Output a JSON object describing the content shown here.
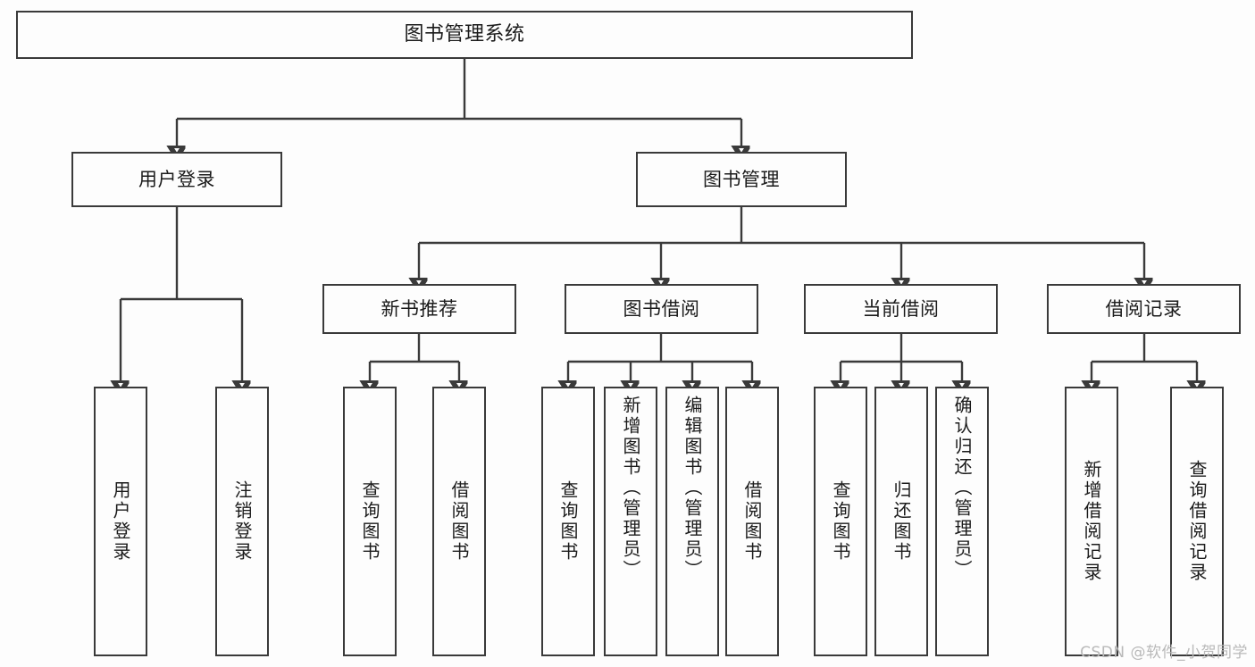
{
  "diagram": {
    "type": "tree-hierarchy",
    "title": "图书管理系统",
    "watermark": "CSDN @软件_小贺同学",
    "colors": {
      "stroke": "#3a3a3a",
      "fill": "#fdfdfd",
      "text": "#1b1b1b",
      "watermark": "#b9b9b9"
    },
    "levels": {
      "root": {
        "label": "图书管理系统"
      },
      "level2": [
        {
          "id": "user-login",
          "label": "用户登录"
        },
        {
          "id": "book-manage",
          "label": "图书管理"
        }
      ],
      "level3": [
        {
          "id": "new-book-rec",
          "label": "新书推荐",
          "parent": "book-manage"
        },
        {
          "id": "book-borrow",
          "label": "图书借阅",
          "parent": "book-manage"
        },
        {
          "id": "current-borrow",
          "label": "当前借阅",
          "parent": "book-manage"
        },
        {
          "id": "borrow-record",
          "label": "借阅记录",
          "parent": "book-manage"
        }
      ],
      "leaves": [
        {
          "id": "leaf-1",
          "label": "用户登录",
          "parent": "user-login"
        },
        {
          "id": "leaf-2",
          "label": "注销登录",
          "parent": "user-login"
        },
        {
          "id": "leaf-3",
          "label": "查询图书",
          "parent": "new-book-rec"
        },
        {
          "id": "leaf-4",
          "label": "借阅图书",
          "parent": "new-book-rec"
        },
        {
          "id": "leaf-5",
          "label": "查询图书",
          "parent": "book-borrow"
        },
        {
          "id": "leaf-6",
          "label": "新增图书（管理员）",
          "parent": "book-borrow"
        },
        {
          "id": "leaf-7",
          "label": "编辑图书（管理员）",
          "parent": "book-borrow"
        },
        {
          "id": "leaf-8",
          "label": "借阅图书",
          "parent": "book-borrow"
        },
        {
          "id": "leaf-9",
          "label": "查询图书",
          "parent": "current-borrow"
        },
        {
          "id": "leaf-10",
          "label": "归还图书",
          "parent": "current-borrow"
        },
        {
          "id": "leaf-11",
          "label": "确认归还（管理员）",
          "parent": "current-borrow"
        },
        {
          "id": "leaf-12",
          "label": "新增借阅记录",
          "parent": "borrow-record"
        },
        {
          "id": "leaf-13",
          "label": "查询借阅记录",
          "parent": "borrow-record"
        }
      ]
    }
  }
}
